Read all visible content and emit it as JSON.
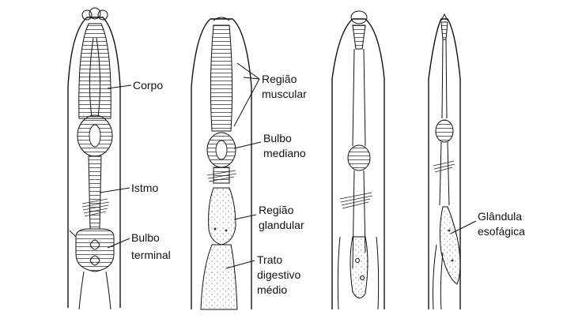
{
  "labels": {
    "corpo": "Corpo",
    "istmo": "Istmo",
    "bulbo_terminal_1": "Bulbo",
    "bulbo_terminal_2": "terminal",
    "regiao_muscular_1": "Região",
    "regiao_muscular_2": "muscular",
    "bulbo_mediano_1": "Bulbo",
    "bulbo_mediano_2": "mediano",
    "regiao_glandular_1": "Região",
    "regiao_glandular_2": "glandular",
    "trato_1": "Trato",
    "trato_2": "digestivo",
    "trato_3": "médio",
    "glandula_1": "Glândula",
    "glandula_2": "esofágica"
  }
}
